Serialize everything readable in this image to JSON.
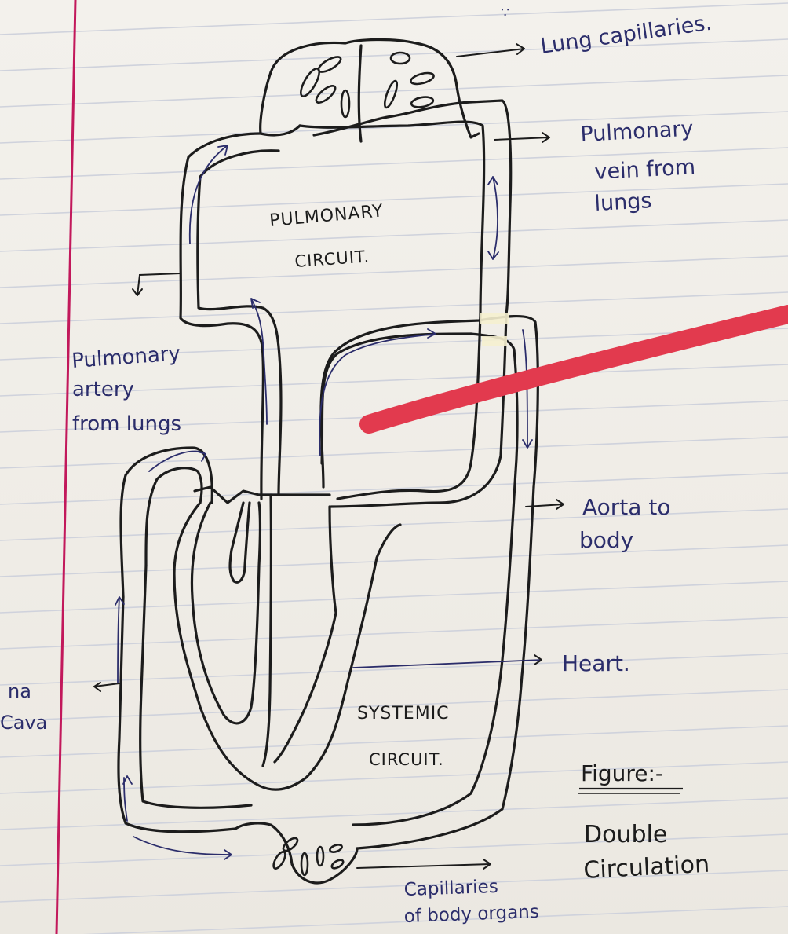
{
  "top_partial": "∵",
  "diagram": {
    "labels": {
      "lung_capillaries": "Lung capillaries.",
      "pulmonary_vein_1": "Pulmonary",
      "pulmonary_vein_2": "vein from",
      "pulmonary_vein_3": "lungs",
      "pulmonary_artery_1": "Pulmonary",
      "pulmonary_artery_2": "artery",
      "pulmonary_artery_3": "from lungs",
      "aorta_1": "Aorta to",
      "aorta_2": "body",
      "heart": "Heart.",
      "vena_cava_1": "na",
      "vena_cava_2": "Cava",
      "body_capillaries_1": "Capillaries",
      "body_capillaries_2": "of body organs",
      "pulmonary_circuit_1": "PULMONARY",
      "pulmonary_circuit_2": "CIRCUIT.",
      "systemic_circuit_1": "SYSTEMIC",
      "systemic_circuit_2": "CIRCUIT."
    },
    "figure": {
      "heading": "Figure:-",
      "caption_1": "Double",
      "caption_2": "Circulation"
    }
  },
  "colors": {
    "paper": "#f1efe9",
    "rule_line": "#cfd2dc",
    "margin_line": "#c2185b",
    "ink_black": "#1c1c1c",
    "ink_blue": "#2b2d6b",
    "highlight_stroke": "#e23a4e"
  }
}
